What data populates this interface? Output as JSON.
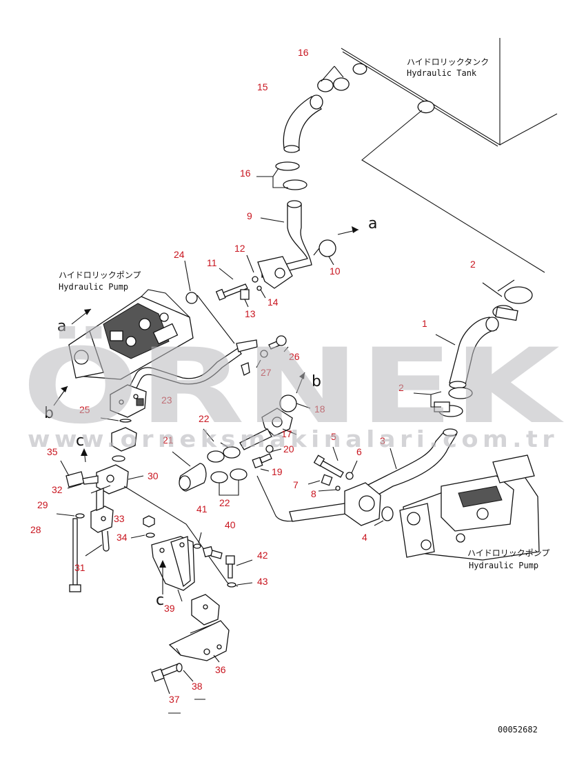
{
  "labels": {
    "tank_jp": "ハイドロリックタンク",
    "tank_en": "Hydraulic Tank",
    "pump_left_jp": "ハイドロリックポンプ",
    "pump_left_en": "Hydraulic Pump",
    "pump_right_jp": "ハイドロリックポンプ",
    "pump_right_en": "Hydraulic Pump"
  },
  "view_letters": {
    "a1": "a",
    "a2": "a",
    "b1": "b",
    "b2": "b",
    "c1": "c",
    "c2": "c"
  },
  "part_numbers": {
    "p1": "1",
    "p2a": "2",
    "p2b": "2",
    "p3": "3",
    "p4": "4",
    "p5": "5",
    "p6": "6",
    "p7": "7",
    "p8": "8",
    "p9": "9",
    "p10": "10",
    "p11": "11",
    "p12": "12",
    "p13": "13",
    "p14": "14",
    "p15": "15",
    "p16a": "16",
    "p16b": "16",
    "p17": "17",
    "p18": "18",
    "p19": "19",
    "p20": "20",
    "p21": "21",
    "p22a": "22",
    "p22b": "22",
    "p23": "23",
    "p24": "24",
    "p25": "25",
    "p26": "26",
    "p27": "27",
    "p28": "28",
    "p29": "29",
    "p30": "30",
    "p31": "31",
    "p32": "32",
    "p33": "33",
    "p34": "34",
    "p35": "35",
    "p36": "36",
    "p37": "37",
    "p38": "38",
    "p39": "39",
    "p40": "40",
    "p41": "41",
    "p42": "42",
    "p43": "43"
  },
  "watermark": {
    "brand": "ÖRNEK",
    "url": "www.orneksmakinalari.com.tr"
  },
  "drawing_number": "00052682",
  "colors": {
    "part_number": "#c8141e",
    "line": "#111111",
    "watermark": "#b9b9bd"
  }
}
